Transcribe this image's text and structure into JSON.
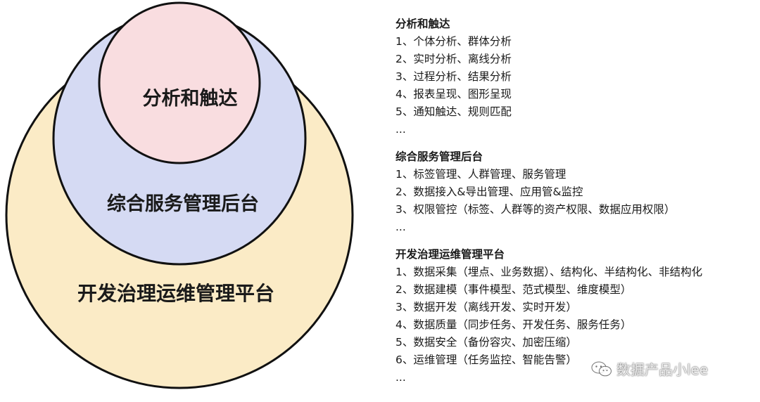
{
  "diagram": {
    "inner_label": "分析和触达",
    "middle_label": "综合服务管理后台",
    "outer_label": "开发治理运维管理平台",
    "colors": {
      "inner_fill": "#f9dde0",
      "middle_fill": "#d5daf3",
      "outer_fill": "#fbebc6",
      "stroke": "#111111"
    }
  },
  "sections": [
    {
      "title": "分析和触达",
      "items": [
        "1、个体分析、群体分析",
        "2、实时分析、离线分析",
        "3、过程分析、结果分析",
        "4、报表呈现、图形呈现",
        "5、通知触达、规则匹配",
        "..."
      ]
    },
    {
      "title": "综合服务管理后台",
      "items": [
        "1、标签管理、人群管理、服务管理",
        "2、数据接入&导出管理、应用管&监控",
        "3、权限管控（标签、人群等的资产权限、数据应用权限）",
        "..."
      ]
    },
    {
      "title": "开发治理运维管理平台",
      "items": [
        "1、数据采集（埋点、业务数据）、结构化、半结构化、非结构化",
        "2、数据建模（事件模型、范式模型、维度模型）",
        "3、数据开发（离线开发、实时开发）",
        "4、数据质量（同步任务、开发任务、服务任务）",
        "5、数据安全（备份容灾、加密压缩）",
        "6、运维管理（任务监控、智能告警）",
        "..."
      ]
    }
  ],
  "watermark": {
    "text": "数据产品小lee",
    "icon": "wechat-icon"
  }
}
